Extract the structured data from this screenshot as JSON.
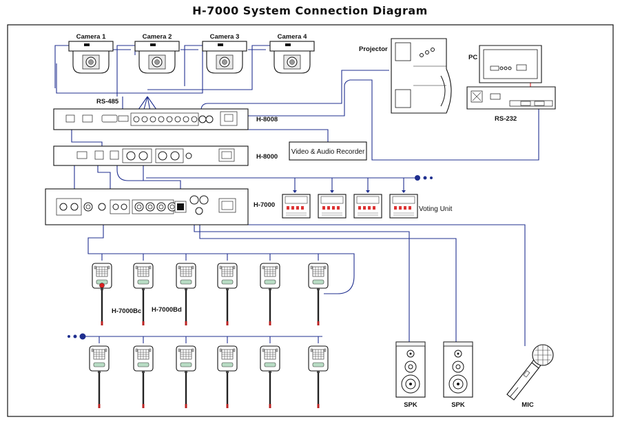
{
  "title": "H-7000 System Connection Diagram",
  "cameras": [
    "Camera 1",
    "Camera 2",
    "Camera 3",
    "Camera 4"
  ],
  "labels": {
    "projector": "Projector",
    "pc": "PC",
    "rs485": "RS-485",
    "rs232": "RS-232",
    "h8008": "H-8008",
    "h8000": "H-8000",
    "h7000": "H-7000",
    "recorder": "Video & Audio Recorder",
    "voting": "Voting Unit",
    "h7000bc": "H-7000Bc",
    "h7000bd": "H-7000Bd",
    "spk1": "SPK",
    "spk2": "SPK",
    "mic": "MIC"
  },
  "colors": {
    "wire": "#1f2f8f",
    "pc_link": "#d22222",
    "device_outline": "#111111"
  }
}
